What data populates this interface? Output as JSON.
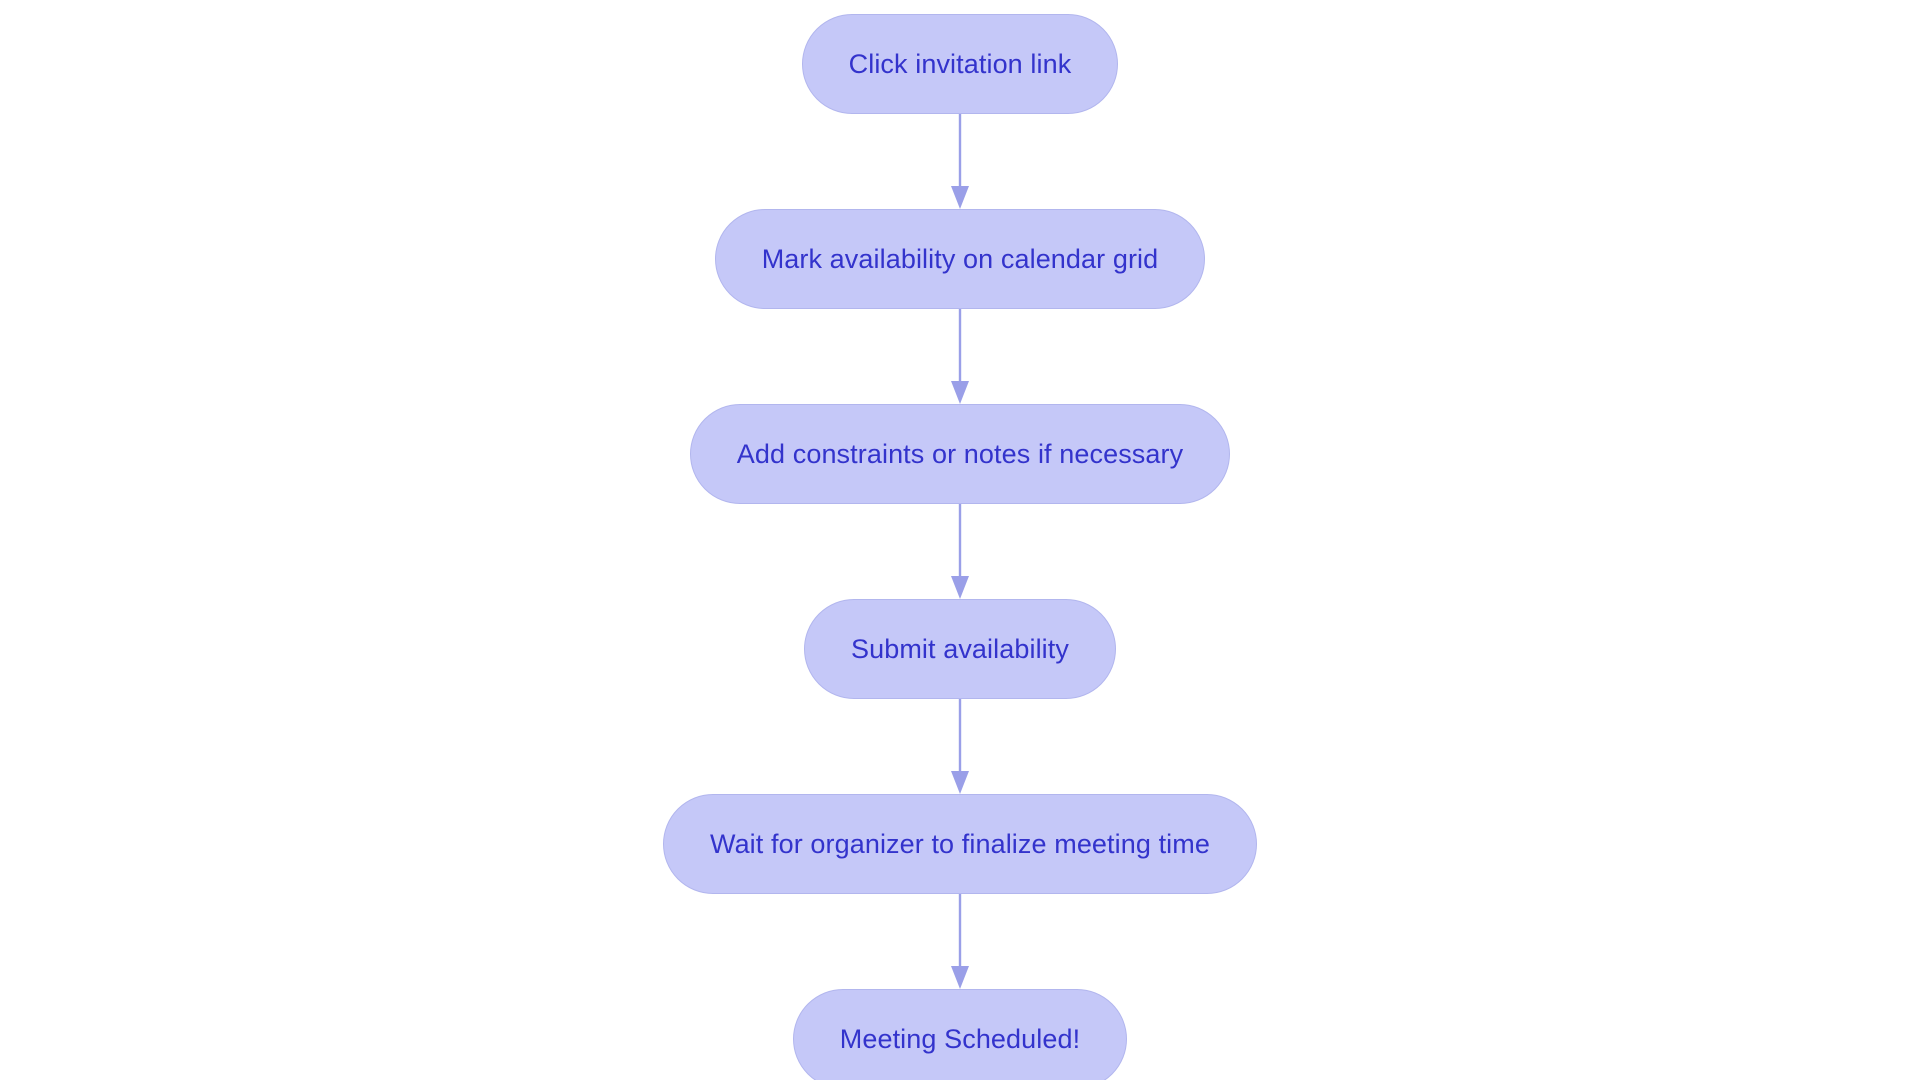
{
  "diagram": {
    "type": "flowchart",
    "orientation": "top-to-bottom",
    "background_color": "#ffffff",
    "node_fill_color": "#c5c8f8",
    "node_border_color": "#b2b6ee",
    "node_text_color": "#3333cc",
    "connector_color": "#9a9fe8",
    "nodes": [
      {
        "id": "n1",
        "label": "Click invitation link",
        "shape": "stadium"
      },
      {
        "id": "n2",
        "label": "Mark availability on calendar grid",
        "shape": "stadium"
      },
      {
        "id": "n3",
        "label": "Add constraints or notes if necessary",
        "shape": "stadium"
      },
      {
        "id": "n4",
        "label": "Submit availability",
        "shape": "stadium"
      },
      {
        "id": "n5",
        "label": "Wait for organizer to finalize meeting time",
        "shape": "stadium"
      },
      {
        "id": "n6",
        "label": "Meeting Scheduled!",
        "shape": "stadium"
      }
    ],
    "edges": [
      {
        "from": "n1",
        "to": "n2",
        "arrow": "down-arrow"
      },
      {
        "from": "n2",
        "to": "n3",
        "arrow": "down-arrow"
      },
      {
        "from": "n3",
        "to": "n4",
        "arrow": "down-arrow"
      },
      {
        "from": "n4",
        "to": "n5",
        "arrow": "down-arrow"
      },
      {
        "from": "n5",
        "to": "n6",
        "arrow": "down-arrow"
      }
    ]
  }
}
